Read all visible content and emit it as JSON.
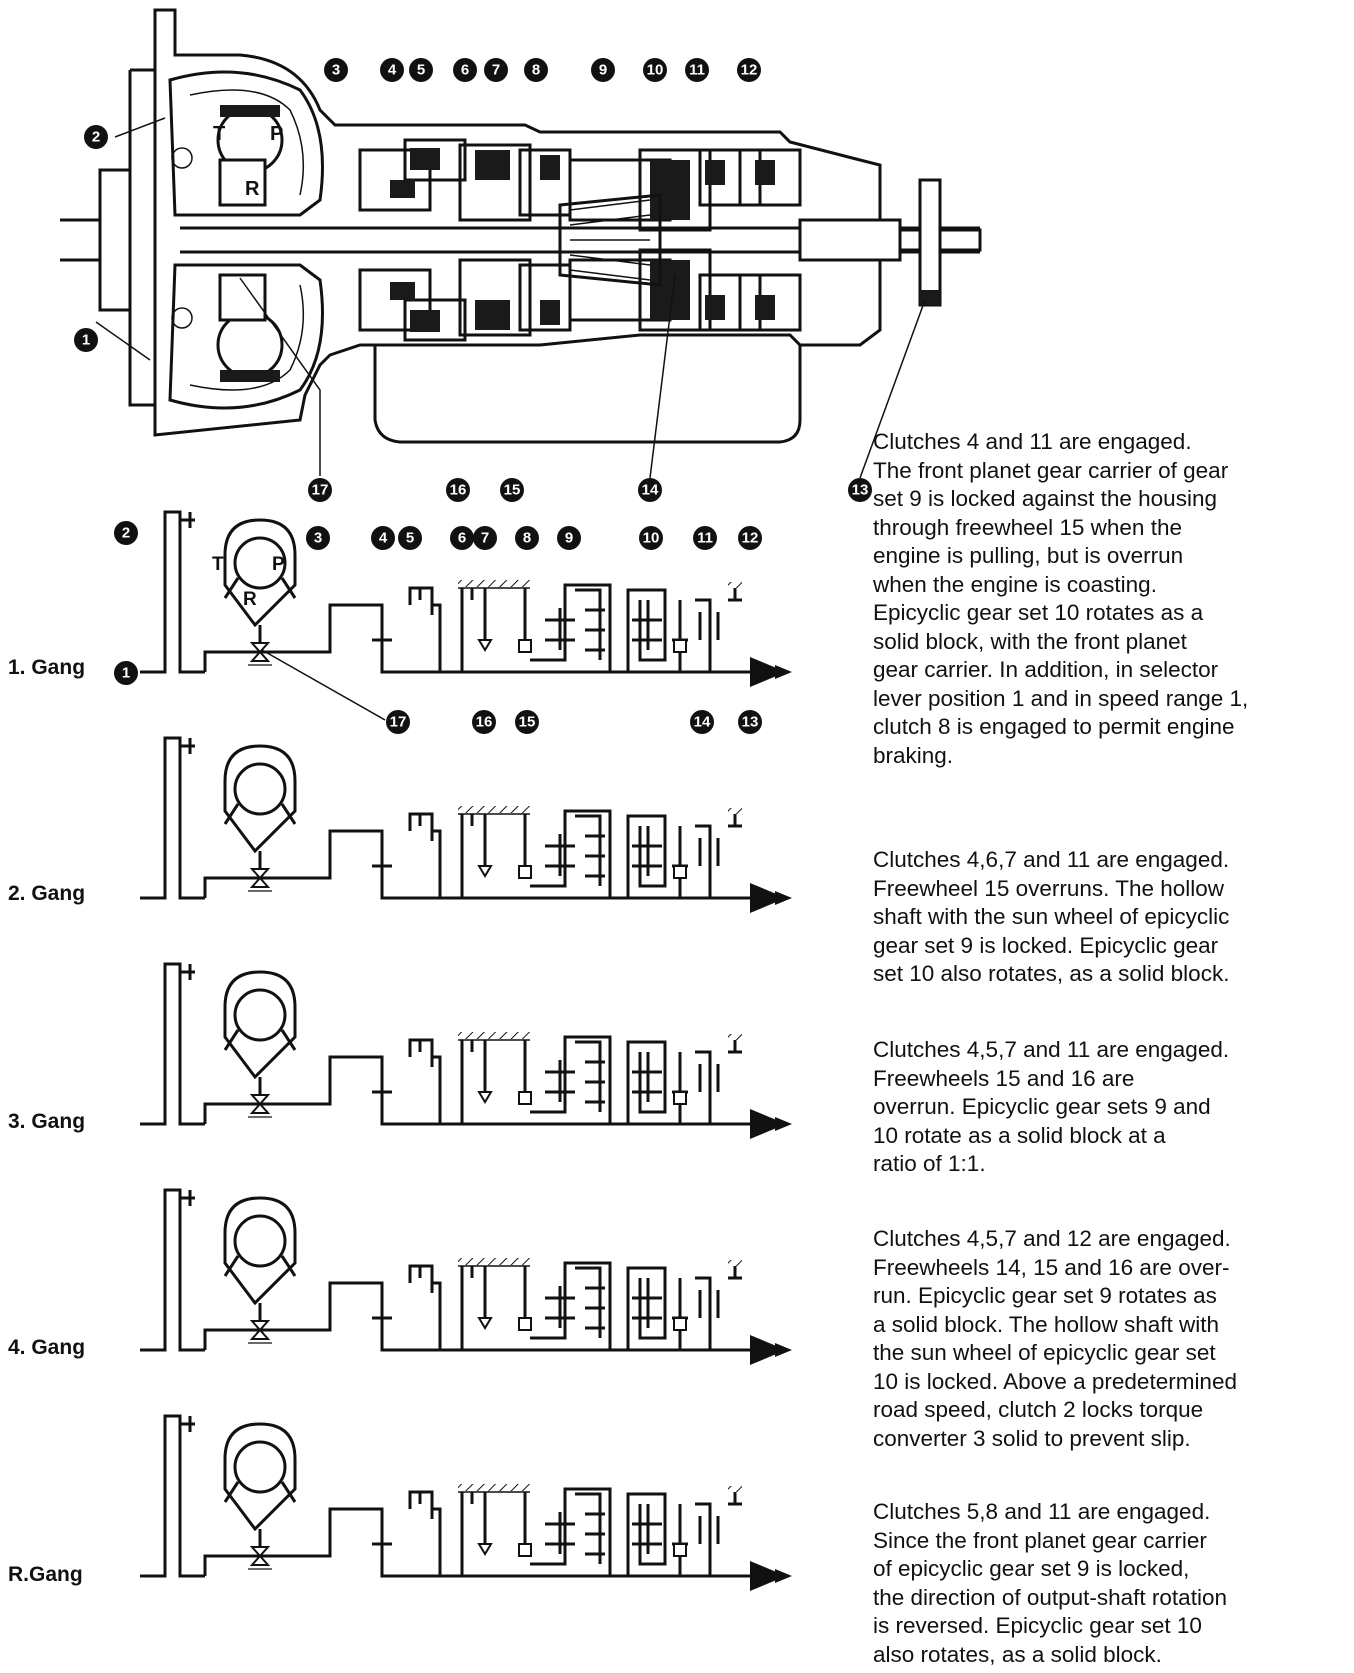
{
  "part_labels": {
    "n1": "1",
    "n2": "2",
    "n3": "3",
    "n4": "4",
    "n5": "5",
    "n6": "6",
    "n7": "7",
    "n8": "8",
    "n9": "9",
    "n10": "10",
    "n11": "11",
    "n12": "12",
    "n13": "13",
    "n14": "14",
    "n15": "15",
    "n16": "16",
    "n17": "17"
  },
  "converter_letters": {
    "t": "T",
    "p": "P",
    "r": "R"
  },
  "gears": [
    {
      "label": "1. Gang",
      "description": "Clutches 4 and 11 are engaged.\nThe front planet gear carrier of gear\nset 9 is locked against the housing\nthrough freewheel 15 when the\nengine is pulling, but is overrun\nwhen the engine is coasting.\nEpicyclic gear set 10 rotates as a\nsolid block, with the front planet\ngear carrier. In addition, in selector\nlever position 1 and in speed range 1,\nclutch 8 is engaged to permit engine\nbraking."
    },
    {
      "label": "2. Gang",
      "description": "Clutches 4,6,7 and 11 are engaged.\nFreewheel 15 overruns. The hollow\nshaft with the sun wheel of epicyclic\ngear set 9 is locked. Epicyclic gear\nset 10 also rotates, as a solid block."
    },
    {
      "label": "3. Gang",
      "description": "Clutches 4,5,7 and 11 are engaged.\nFreewheels  15 and 16 are\noverrun. Epicyclic gear sets 9 and\n10 rotate as a solid block at a\nratio of 1:1."
    },
    {
      "label": "4. Gang",
      "description": "Clutches 4,5,7 and 12 are engaged.\nFreewheels 14, 15 and 16 are over-\nrun. Epicyclic gear set 9 rotates as\na solid block. The hollow shaft with\nthe sun wheel of epicyclic gear set\n10 is locked. Above a predetermined\nroad speed, clutch 2 locks torque\nconverter 3 solid to prevent slip."
    },
    {
      "label": "R.Gang",
      "description": "Clutches 5,8 and 11 are engaged.\nSince the front planet gear carrier\nof epicyclic gear set 9 is locked,\nthe direction of output-shaft rotation\nis reversed. Epicyclic gear set 10\nalso rotates, as a solid block."
    }
  ]
}
